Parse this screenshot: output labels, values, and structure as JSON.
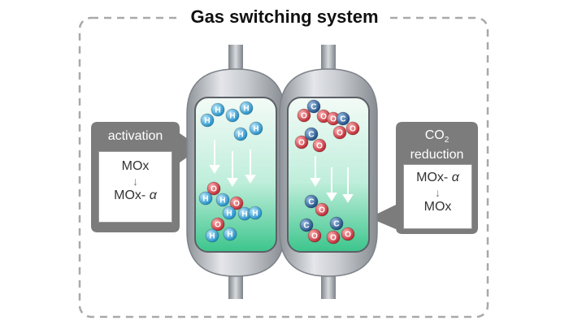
{
  "title": "Gas switching system",
  "left_callout": {
    "label": "activation",
    "from": "MOx",
    "arrow": "↓",
    "to_base": "MOx-",
    "to_alpha": "α"
  },
  "right_callout": {
    "label_co": "CO",
    "label_sub": "2",
    "label_line2": "reduction",
    "from_base": "MOx-",
    "from_alpha": "α",
    "arrow": "↓",
    "to": "MOx"
  },
  "atom_letters": {
    "hydrogen": "H",
    "oxygen": "O",
    "carbon": "C"
  },
  "colors": {
    "hydrogen": "#2aa6dc",
    "oxygen": "#d8393e",
    "carbon": "#1e5d9c",
    "reactor_fill": "#6fd4a2",
    "reactor_body": "#c2c6cb",
    "callout_bg": "#7c7c7c"
  }
}
